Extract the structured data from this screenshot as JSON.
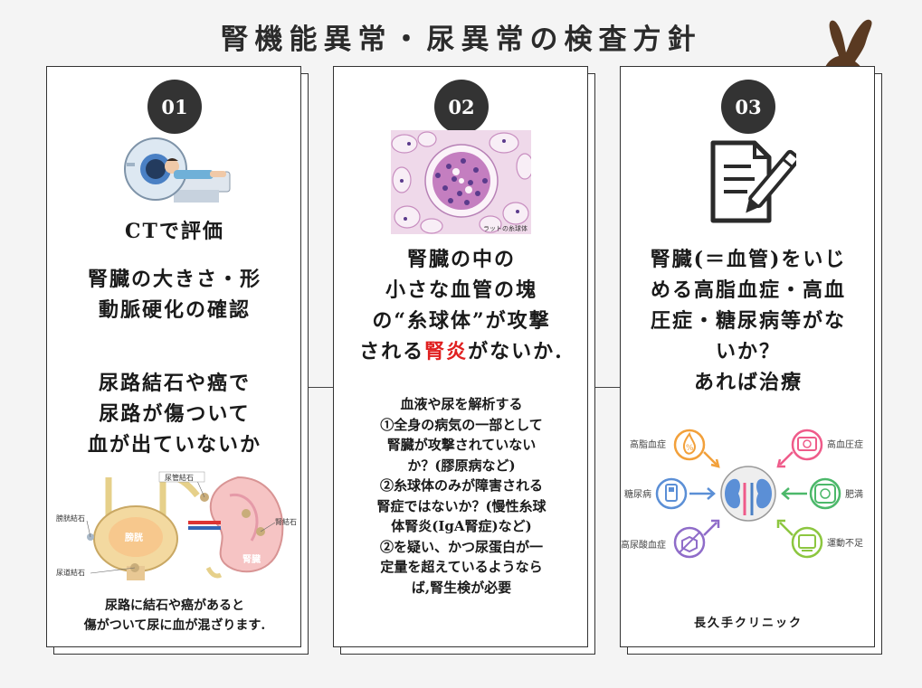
{
  "title": "腎機能異常・尿異常の検査方針",
  "cards": [
    {
      "number": "01",
      "heading": "CTで評価",
      "line1": "腎臓の大きさ・形",
      "line2": "動脈硬化の確認",
      "line3": "尿路結石や癌で",
      "line4": "尿路が傷ついて",
      "line5": "血が出ていないか",
      "diagram_labels": {
        "ureter_stone": "尿管結石",
        "kidney_stone": "腎結石",
        "bladder_stone": "膀胱結石",
        "urethral_stone": "尿道結石",
        "bladder": "膀胱",
        "kidney": "腎臓"
      },
      "caption1": "尿路に結石や癌があると",
      "caption2": "傷がついて尿に血が混ざります."
    },
    {
      "number": "02",
      "image_caption": "ラットの糸球体",
      "line1": "腎臓の中の",
      "line2": "小さな血管の塊",
      "line3": "の“糸球体”が攻撃",
      "line4_pre": "される",
      "line4_red": "腎炎",
      "line4_post": "がないか.",
      "body": [
        "血液や尿を解析する",
        "①全身の病気の一部として",
        "腎臓が攻撃されていない",
        "か？(膠原病など)",
        "②糸球体のみが障害される",
        "腎症ではないか？(慢性糸球",
        "体腎炎(IgA腎症)など)",
        "②を疑い、かつ尿蛋白が一",
        "定量を超えているようなら",
        "ば,腎生検が必要"
      ]
    },
    {
      "number": "03",
      "line1": "腎臓(＝血管)をいじ",
      "line2": "める高脂血症・高血",
      "line3": "圧症・糖尿病等がな",
      "line4": "いか？",
      "line5": "あれば治療",
      "risk_labels": {
        "hyperlipidemia": "高脂血症",
        "hypertension": "高血圧症",
        "diabetes": "糖尿病",
        "obesity": "肥満",
        "hyperuricemia": "高尿酸血症",
        "no_exercise": "運動不足"
      },
      "percent_symbol": "%",
      "footer": "長久手クリニック"
    }
  ],
  "colors": {
    "accent_red": "#e02020",
    "badge": "#333333",
    "rabbit": "#5a3a22",
    "orange": "#f2a03a",
    "pink": "#ef5b8a",
    "blue": "#5b8fd6",
    "green": "#4cb86a",
    "purple": "#8f6cc9",
    "lime": "#8cc63f"
  }
}
